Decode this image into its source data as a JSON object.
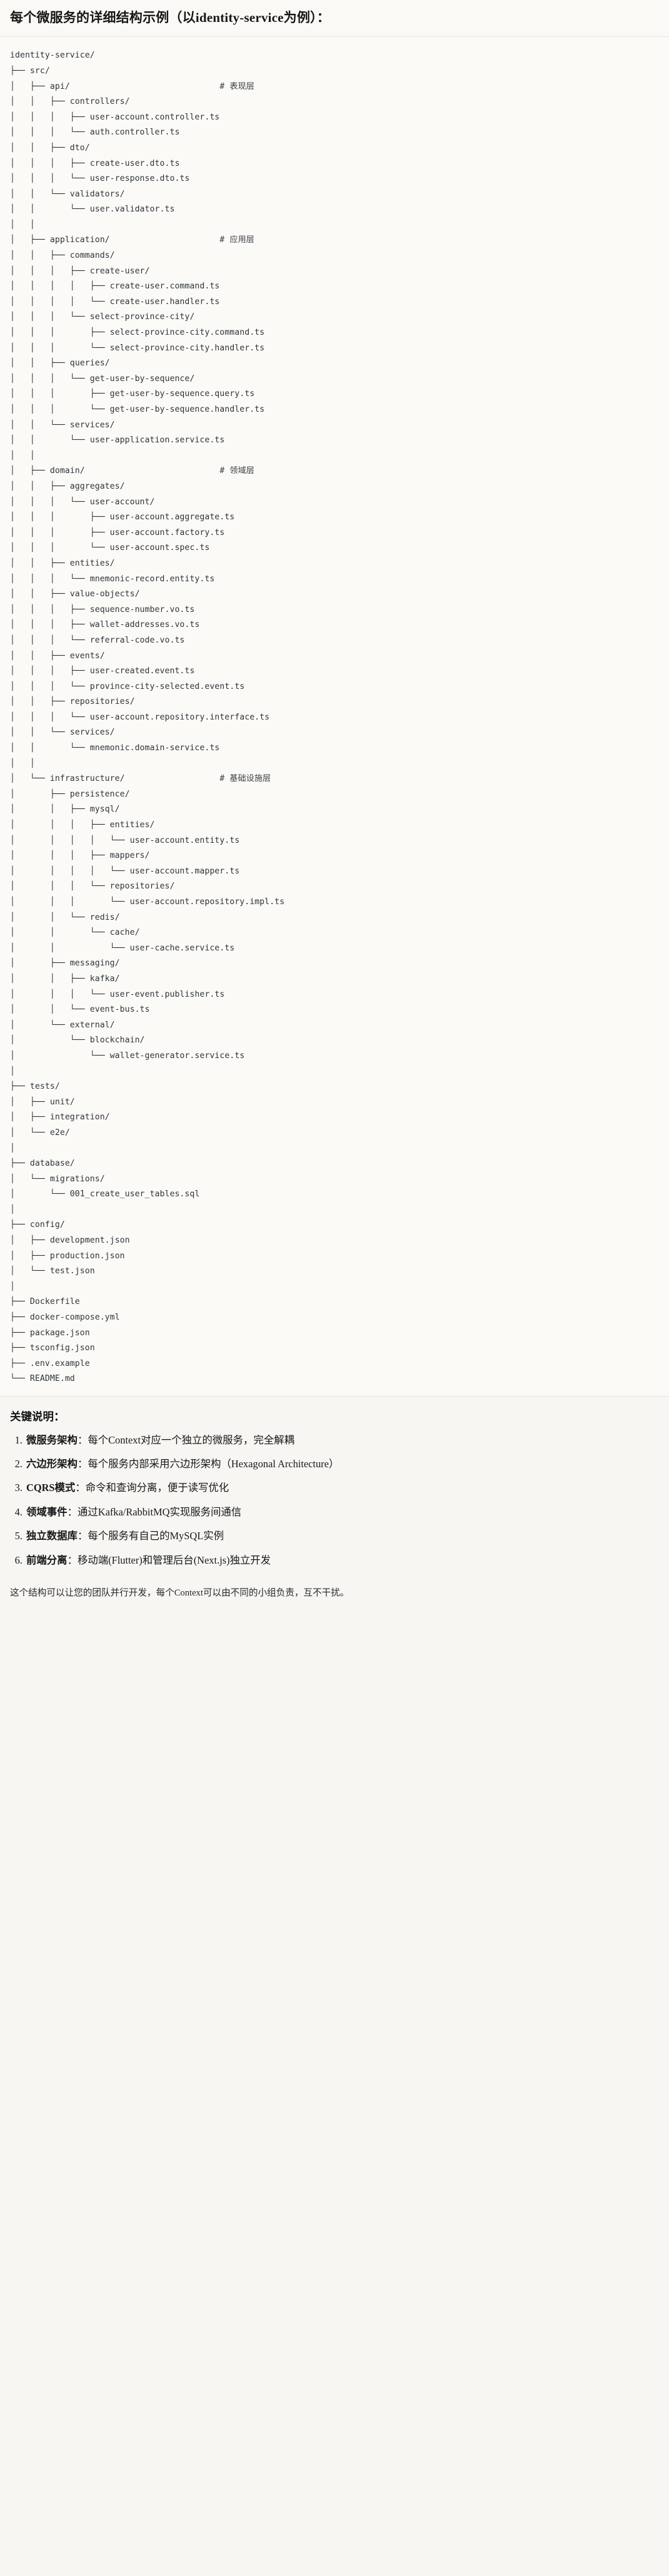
{
  "document": {
    "heading": "每个微服务的详细结构示例（以identity-service为例）：",
    "tree_root": "identity-service/",
    "tree_lines": [
      "identity-service/",
      "├── src/",
      "│   ├── api/                              # 表现层",
      "│   │   ├── controllers/",
      "│   │   │   ├── user-account.controller.ts",
      "│   │   │   └── auth.controller.ts",
      "│   │   ├── dto/",
      "│   │   │   ├── create-user.dto.ts",
      "│   │   │   └── user-response.dto.ts",
      "│   │   └── validators/",
      "│   │       └── user.validator.ts",
      "│   │",
      "│   ├── application/                      # 应用层",
      "│   │   ├── commands/",
      "│   │   │   ├── create-user/",
      "│   │   │   │   ├── create-user.command.ts",
      "│   │   │   │   └── create-user.handler.ts",
      "│   │   │   └── select-province-city/",
      "│   │   │       ├── select-province-city.command.ts",
      "│   │   │       └── select-province-city.handler.ts",
      "│   │   ├── queries/",
      "│   │   │   └── get-user-by-sequence/",
      "│   │   │       ├── get-user-by-sequence.query.ts",
      "│   │   │       └── get-user-by-sequence.handler.ts",
      "│   │   └── services/",
      "│   │       └── user-application.service.ts",
      "│   │",
      "│   ├── domain/                           # 领域层",
      "│   │   ├── aggregates/",
      "│   │   │   └── user-account/",
      "│   │   │       ├── user-account.aggregate.ts",
      "│   │   │       ├── user-account.factory.ts",
      "│   │   │       └── user-account.spec.ts",
      "│   │   ├── entities/",
      "│   │   │   └── mnemonic-record.entity.ts",
      "│   │   ├── value-objects/",
      "│   │   │   ├── sequence-number.vo.ts",
      "│   │   │   ├── wallet-addresses.vo.ts",
      "│   │   │   └── referral-code.vo.ts",
      "│   │   ├── events/",
      "│   │   │   ├── user-created.event.ts",
      "│   │   │   └── province-city-selected.event.ts",
      "│   │   ├── repositories/",
      "│   │   │   └── user-account.repository.interface.ts",
      "│   │   └── services/",
      "│   │       └── mnemonic.domain-service.ts",
      "│   │",
      "│   └── infrastructure/                   # 基础设施层",
      "│       ├── persistence/",
      "│       │   ├── mysql/",
      "│       │   │   ├── entities/",
      "│       │   │   │   └── user-account.entity.ts",
      "│       │   │   ├── mappers/",
      "│       │   │   │   └── user-account.mapper.ts",
      "│       │   │   └── repositories/",
      "│       │   │       └── user-account.repository.impl.ts",
      "│       │   └── redis/",
      "│       │       └── cache/",
      "│       │           └── user-cache.service.ts",
      "│       ├── messaging/",
      "│       │   ├── kafka/",
      "│       │   │   └── user-event.publisher.ts",
      "│       │   └── event-bus.ts",
      "│       └── external/",
      "│           └── blockchain/",
      "│               └── wallet-generator.service.ts",
      "│",
      "├── tests/",
      "│   ├── unit/",
      "│   ├── integration/",
      "│   └── e2e/",
      "│",
      "├── database/",
      "│   └── migrations/",
      "│       └── 001_create_user_tables.sql",
      "│",
      "├── config/",
      "│   ├── development.json",
      "│   ├── production.json",
      "│   └── test.json",
      "│",
      "├── Dockerfile",
      "├── docker-compose.yml",
      "├── package.json",
      "├── tsconfig.json",
      "├── .env.example",
      "└── README.md"
    ],
    "layer_comments": [
      {
        "path": "api/",
        "comment": "# 表现层"
      },
      {
        "path": "application/",
        "comment": "# 应用层"
      },
      {
        "path": "domain/",
        "comment": "# 领域层"
      },
      {
        "path": "infrastructure/",
        "comment": "# 基础设施层"
      }
    ],
    "notes_title": "关键说明：",
    "notes": [
      {
        "index": "1.",
        "label": "微服务架构",
        "sep": "：",
        "text": "每个Context对应一个独立的微服务，完全解耦"
      },
      {
        "index": "2.",
        "label": "六边形架构",
        "sep": "：",
        "text": "每个服务内部采用六边形架构（Hexagonal Architecture）"
      },
      {
        "index": "3.",
        "label": "CQRS模式",
        "sep": "：",
        "text": "命令和查询分离，便于读写优化"
      },
      {
        "index": "4.",
        "label": "领域事件",
        "sep": "：",
        "text": "通过Kafka/RabbitMQ实现服务间通信"
      },
      {
        "index": "5.",
        "label": "独立数据库",
        "sep": "：",
        "text": "每个服务有自己的MySQL实例"
      },
      {
        "index": "6.",
        "label": "前端分离",
        "sep": "：",
        "text": "移动端(Flutter)和管理后台(Next.js)独立开发"
      }
    ],
    "closing": "这个结构可以让您的团队并行开发，每个Context可以由不同的小组负责，互不干扰。"
  },
  "colors": {
    "page_background": "#f7f6f2",
    "code_background": "#fbfaf7",
    "heading_background": "#faf9f5",
    "divider": "#e6e4dd",
    "code_text": "#2f3338",
    "body_text": "#17181a"
  }
}
